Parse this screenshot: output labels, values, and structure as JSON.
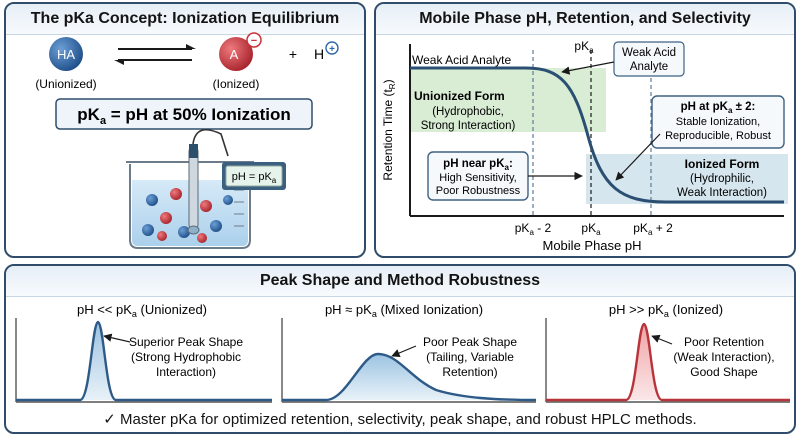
{
  "panel_left": {
    "title": "The pKa Concept: Ionization Equilibrium",
    "ha_symbol": "HA",
    "ha_label": "(Unionized)",
    "a_symbol": "A",
    "a_charge": "−",
    "a_label": "(Ionized)",
    "plus": "+",
    "h_symbol": "H",
    "h_charge": "+",
    "equation_main": "pK",
    "equation_sub": "a",
    "equation_rest": " = pH at 50% Ionization",
    "meter_text": "pH = pK",
    "meter_sub": "a"
  },
  "panel_right": {
    "title": "Mobile Phase pH, Retention, and Selectivity",
    "ylabel_main": "Retention Time (t",
    "ylabel_sub": "R",
    "ylabel_end": ")",
    "xlabel": "Mobile Phase pH",
    "weak_acid_label": "Weak Acid Analyte",
    "pka_top_main": "pK",
    "pka_top_sub": "a",
    "callout_line1": "Weak Acid",
    "callout_line2": "Analyte",
    "unionized_title": "Unionized Form",
    "unionized_l1": "(Hydrophobic,",
    "unionized_l2": "Strong Interaction)",
    "near_title_main": "pH near pK",
    "near_title_sub": "a",
    "near_title_end": ":",
    "near_l1": "High Sensitivity,",
    "near_l2": "Poor Robustness",
    "pm2_title_main": "pH at pK",
    "pm2_title_sub": "a",
    "pm2_title_end": " ± 2:",
    "pm2_l1": "Stable Ionization,",
    "pm2_l2": "Reproducible, Robust",
    "ionized_title": "Ionized Form",
    "ionized_l1": "(Hydrophilic,",
    "ionized_l2": "Weak Interaction)",
    "tick_minus_main": "pK",
    "tick_minus_sub": "a",
    "tick_minus_end": " - 2",
    "tick_mid_main": "pK",
    "tick_mid_sub": "a",
    "tick_plus_main": "pK",
    "tick_plus_sub": "a",
    "tick_plus_end": " + 2"
  },
  "panel_bottom": {
    "title": "Peak Shape and Method Robustness",
    "c1_head_main": "pH << pK",
    "c1_head_sub": "a",
    "c1_head_end": " (Unionized)",
    "c1_l1": "Superior Peak Shape",
    "c1_l2": "(Strong Hydrophobic",
    "c1_l3": "Interaction)",
    "c2_head_main": "pH ≈ pK",
    "c2_head_sub": "a",
    "c2_head_end": " (Mixed Ionization)",
    "c2_l1": "Poor Peak Shape",
    "c2_l2": "(Tailing, Variable",
    "c2_l3": "Retention)",
    "c3_head_main": "pH >> pK",
    "c3_head_sub": "a",
    "c3_head_end": " (Ionized)",
    "c3_l1": "Poor Retention",
    "c3_l2": "(Weak Interaction),",
    "c3_l3": "Good Shape",
    "footer": "✓ Master pKa for optimized retention, selectivity, peak shape, and robust HPLC methods."
  },
  "colors": {
    "border": "#2f4d6a",
    "ha_blue": "#2f67a8",
    "a_red": "#c8333b",
    "curve": "#2a4f72",
    "green_band": "#d9ecd4",
    "blue_band": "#d6e6ee",
    "peak_blue": "#2d5a86",
    "peak_red": "#b8333a"
  }
}
